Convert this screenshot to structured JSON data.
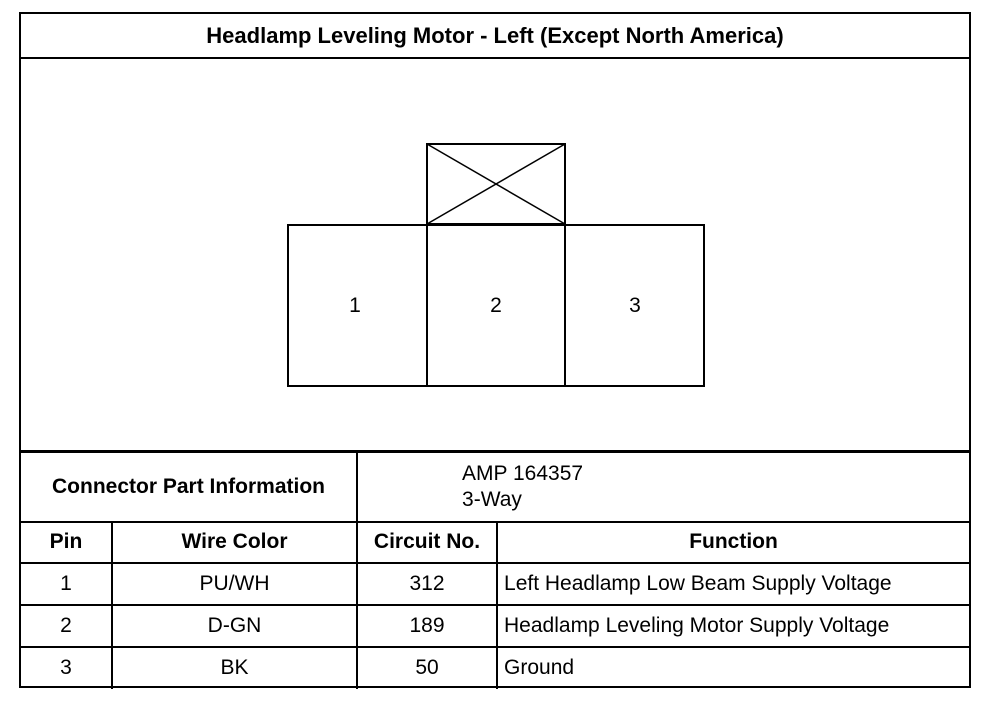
{
  "title": "Headlamp Leveling Motor - Left (Except North America)",
  "connector": {
    "pin_labels": [
      "1",
      "2",
      "3"
    ]
  },
  "part_info": {
    "label": "Connector Part Information",
    "part_number": "AMP 164357",
    "ways": "3-Way"
  },
  "table": {
    "headers": [
      "Pin",
      "Wire Color",
      "Circuit No.",
      "Function"
    ],
    "rows": [
      {
        "pin": "1",
        "wire_color": "PU/WH",
        "circuit": "312",
        "function": "Left Headlamp Low Beam Supply Voltage"
      },
      {
        "pin": "2",
        "wire_color": "D-GN",
        "circuit": "189",
        "function": "Headlamp Leveling Motor Supply Voltage"
      },
      {
        "pin": "3",
        "wire_color": "BK",
        "circuit": "50",
        "function": "Ground"
      }
    ]
  }
}
